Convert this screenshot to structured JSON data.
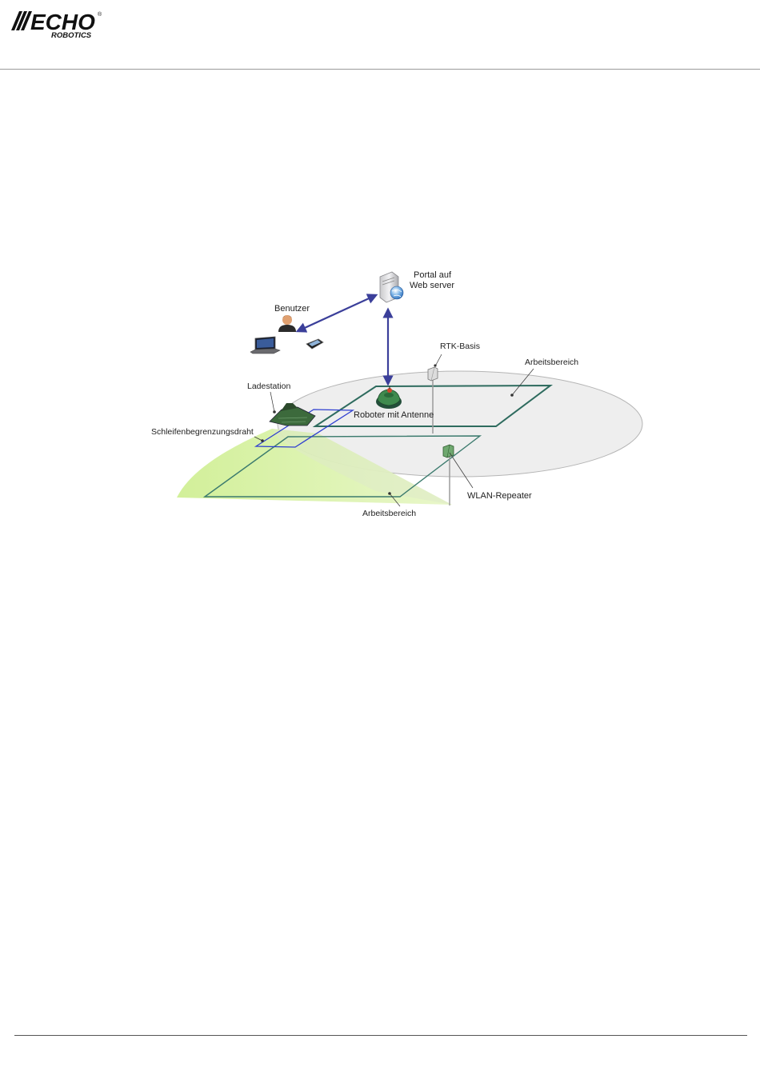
{
  "brand": {
    "logo_main": "ECHO",
    "logo_sub": "ROBOTICS",
    "logo_mark": "®",
    "color": "#111111"
  },
  "diagram": {
    "labels": {
      "portal_line1": "Portal auf",
      "portal_line2": "Web server",
      "user": "Benutzer",
      "rtk_base": "RTK-Basis",
      "work_area_top": "Arbeitsbereich",
      "charging_station": "Ladestation",
      "robot": "Roboter mit Antenne",
      "boundary_wire": "Schleifenbegrenzungsdraht",
      "wifi_repeater": "WLAN-Repeater",
      "work_area_bottom": "Arbeitsbereich"
    },
    "icons": {
      "server": "server-globe-icon",
      "user": "person-icon",
      "laptop": "laptop-icon",
      "phone": "smartphone-icon",
      "rtk": "rtk-antenna-icon",
      "station": "charging-station-icon",
      "robot": "robot-mower-icon",
      "repeater": "wifi-repeater-icon"
    },
    "colors": {
      "arrow": "#3b3f9a",
      "work_area": "#2e6b5e",
      "boundary_wire": "#2f3fd0",
      "coverage_ellipse": "#eeeeee",
      "grass_zone": "#d6f0a4"
    }
  }
}
